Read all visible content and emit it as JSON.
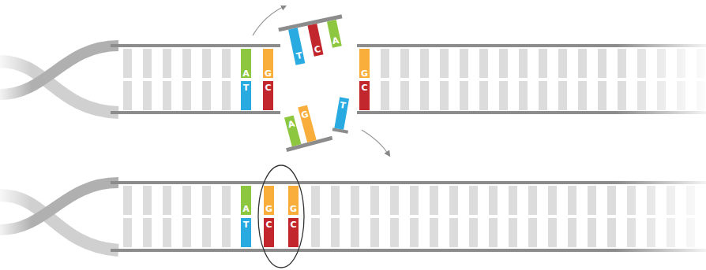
{
  "diagram": {
    "labels": [
      "A",
      "T",
      "G",
      "C",
      "T",
      "C",
      "A",
      "G",
      "C",
      "A",
      "G",
      "T",
      "A",
      "T",
      "G",
      "C",
      "G",
      "C"
    ]
  }
}
